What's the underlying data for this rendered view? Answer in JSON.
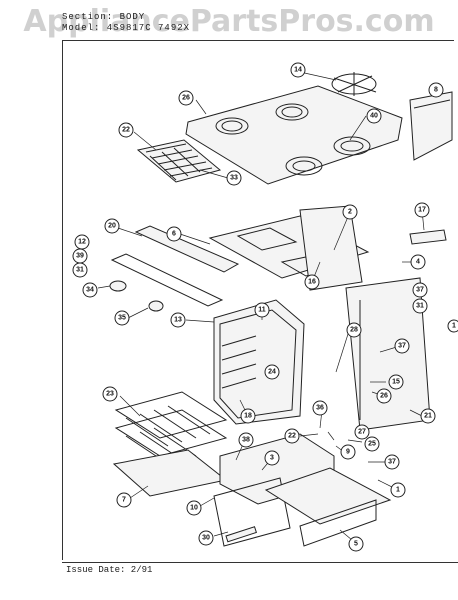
{
  "watermark": "AppliancePartsPros.com",
  "header": {
    "section_line": "Section: BODY",
    "model_line": "Model: 4S9817C 7492X"
  },
  "footer": {
    "issue_date": "Issue Date: 2/91"
  },
  "callouts": [
    {
      "id": "14",
      "label": "14"
    },
    {
      "id": "8",
      "label": "8"
    },
    {
      "id": "26",
      "label": "26"
    },
    {
      "id": "22",
      "label": "22"
    },
    {
      "id": "40",
      "label": "40"
    },
    {
      "id": "33",
      "label": "33"
    },
    {
      "id": "2",
      "label": "2"
    },
    {
      "id": "17",
      "label": "17"
    },
    {
      "id": "20",
      "label": "20"
    },
    {
      "id": "6",
      "label": "6"
    },
    {
      "id": "12",
      "label": "12"
    },
    {
      "id": "39",
      "label": "39"
    },
    {
      "id": "31a",
      "label": "31"
    },
    {
      "id": "4",
      "label": "4"
    },
    {
      "id": "16",
      "label": "16"
    },
    {
      "id": "34",
      "label": "34"
    },
    {
      "id": "37a",
      "label": "37"
    },
    {
      "id": "31b",
      "label": "31"
    },
    {
      "id": "11",
      "label": "11"
    },
    {
      "id": "35",
      "label": "35"
    },
    {
      "id": "13",
      "label": "13"
    },
    {
      "id": "1a",
      "label": "1"
    },
    {
      "id": "28",
      "label": "28"
    },
    {
      "id": "37b",
      "label": "37"
    },
    {
      "id": "15",
      "label": "15"
    },
    {
      "id": "24",
      "label": "24"
    },
    {
      "id": "26b",
      "label": "26"
    },
    {
      "id": "23",
      "label": "23"
    },
    {
      "id": "18",
      "label": "18"
    },
    {
      "id": "36",
      "label": "36"
    },
    {
      "id": "21",
      "label": "21"
    },
    {
      "id": "27",
      "label": "27"
    },
    {
      "id": "22b",
      "label": "22"
    },
    {
      "id": "25",
      "label": "25"
    },
    {
      "id": "38",
      "label": "38"
    },
    {
      "id": "9",
      "label": "9"
    },
    {
      "id": "3",
      "label": "3"
    },
    {
      "id": "37c",
      "label": "37"
    },
    {
      "id": "1b",
      "label": "1"
    },
    {
      "id": "7",
      "label": "7"
    },
    {
      "id": "10",
      "label": "10"
    },
    {
      "id": "30",
      "label": "30"
    },
    {
      "id": "5",
      "label": "5"
    }
  ]
}
